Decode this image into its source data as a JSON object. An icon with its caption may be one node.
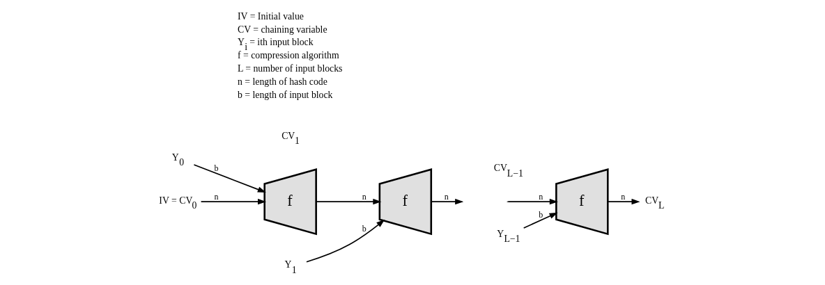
{
  "diagram": {
    "nodes": [
      {
        "text": [
          "Y$_{0}$"
        ]
      },
      {
        "text": [
          "f"
        ]
      },
      {
        "text": [
          "IV = CV$_{0}$"
        ]
      },
      {
        "text": [
          "Y$_{1}$"
        ]
      },
      {
        "text": [
          "f"
        ]
      },
      {
        "text": [
          "Y$_{L−1}$"
        ]
      },
      {
        "text": [
          "f"
        ]
      },
      {
        "text": [
          "CV$_{L}$"
        ]
      }
    ],
    "edges": [
      {
        "from": 0,
        "to": 1,
        "arrow": "to",
        "label": "b"
      },
      {
        "from": 2,
        "to": 1,
        "arrow": "to",
        "label": "n"
      },
      {
        "from": 3,
        "to": 4,
        "arrow": "to",
        "label": "b"
      },
      {
        "from": 1,
        "to": 4,
        "arrow": "to",
        "label": "n"
      },
      {
        "from": 4,
        "to": null,
        "arrow": "to",
        "label": "n"
      },
      {
        "from": 5,
        "to": 6,
        "arrow": "to",
        "label": "b"
      },
      {
        "from": null,
        "to": 6,
        "arrow": "to",
        "label": "n"
      },
      {
        "from": 6,
        "to": 7,
        "arrow": "to",
        "label": "n"
      }
    ],
    "labels": [
      "CV$_{1}$",
      "CV$_{L−1}$",
      "IV = Initial value",
      "CV = chaining variable",
      "Y$_{i}$ = ith input block",
      "f = compression algorithm",
      "L = number of input blocks",
      "n = length of hash code",
      "b = length of input block"
    ]
  }
}
